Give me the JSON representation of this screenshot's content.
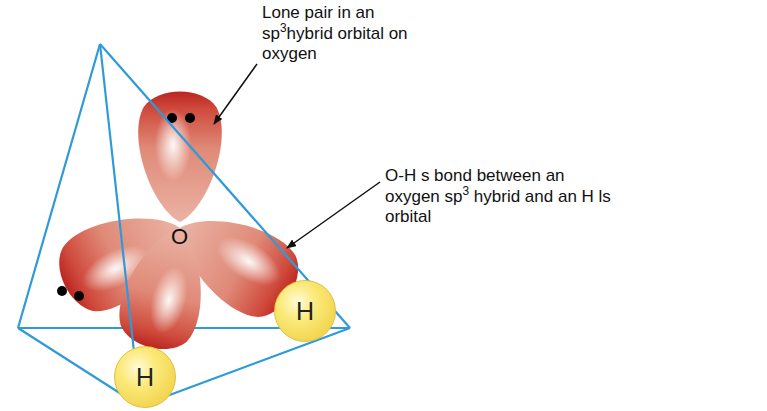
{
  "diagram": {
    "nodes": [
      {
        "text": [
          "H"
        ]
      },
      {
        "text": [
          "H"
        ]
      }
    ],
    "labels": [
      "Lone pair in an sp3hybrid orbital on oxygen",
      "O-H s bond between an oxygen sp3 hybrid and an H ls orbital",
      "O"
    ]
  }
}
